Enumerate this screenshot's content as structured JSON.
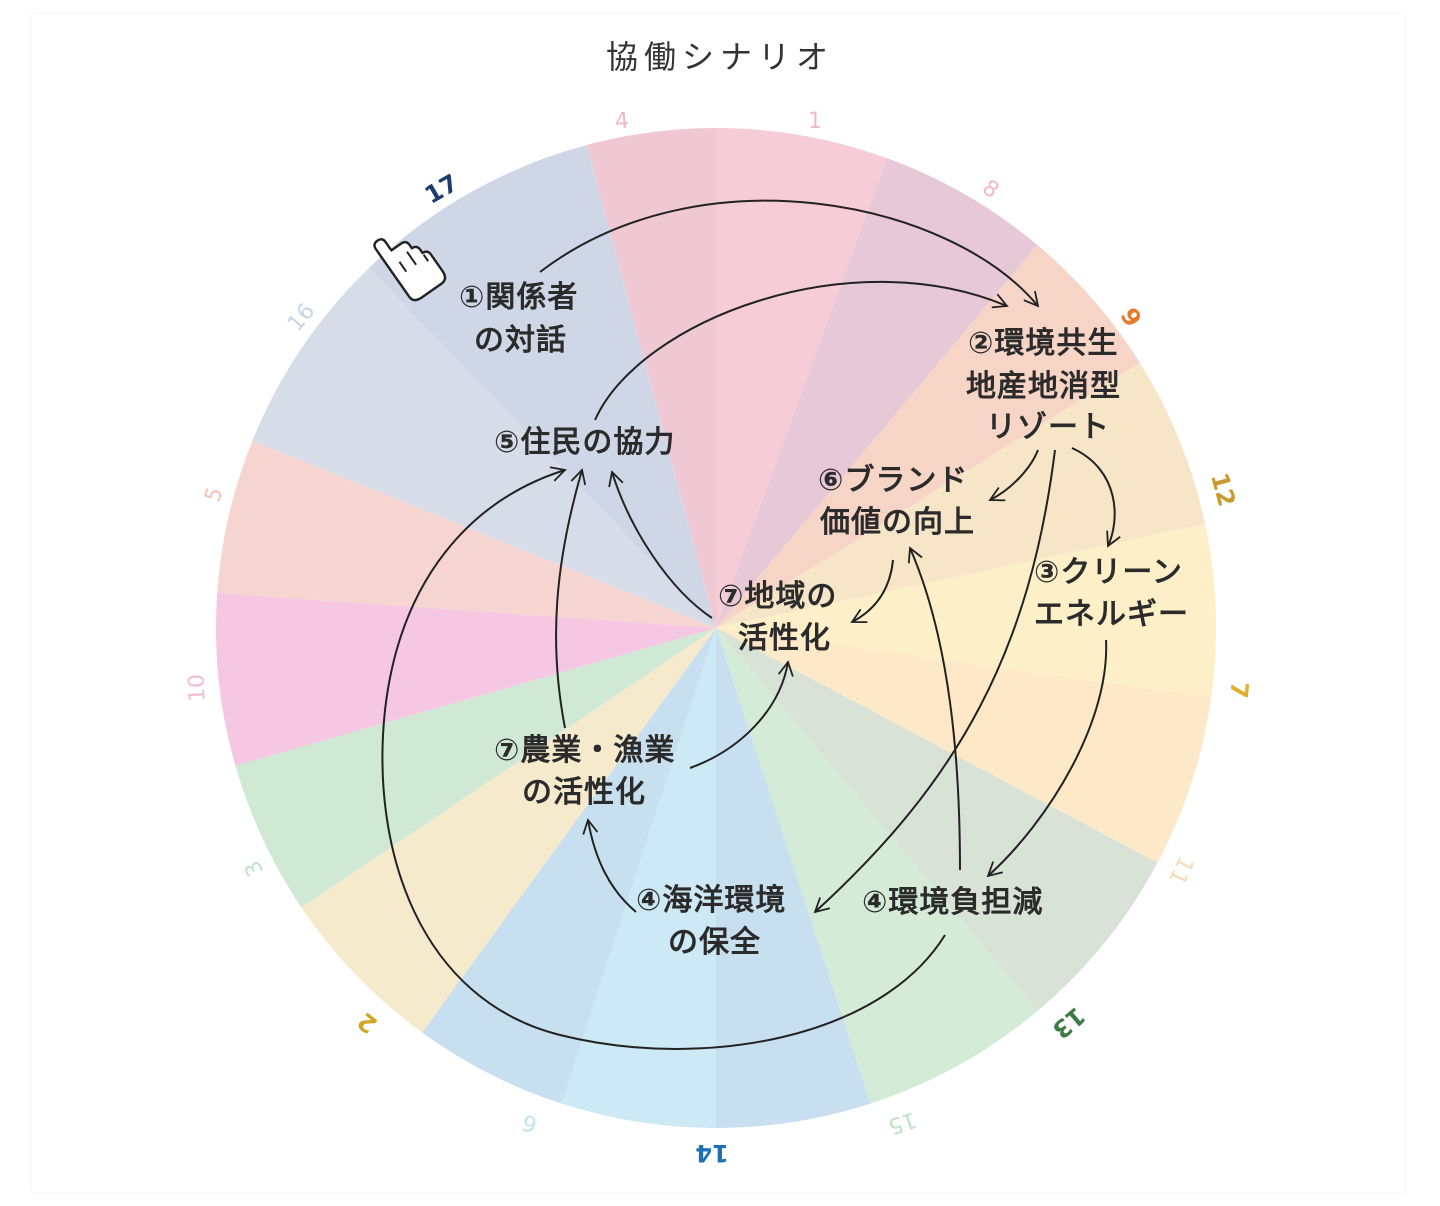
{
  "title": "協働シナリオ",
  "colors": {
    "g1": "#f6cdd6",
    "g4": "#efc8d3",
    "g8": "#e7c8d6",
    "g9": "#f7d5c6",
    "g12": "#f6e5c7",
    "g7": "#fdf0c8",
    "g11": "#fde8c7",
    "g13": "#d9e2d6",
    "g15": "#d3ebd7",
    "g14": "#c8dff0",
    "g6": "#cce9f5",
    "g2": "#f5ebcc",
    "g3": "#cfe9d4",
    "g10": "#f5c7e2",
    "g5": "#f6d5d1",
    "g16": "#d6dde9",
    "g17": "#cfd7e6"
  },
  "sdg_numbers": [
    {
      "label": "1",
      "color": "#f4b9c4"
    },
    {
      "label": "8",
      "color": "#efb9c7"
    },
    {
      "label": "9",
      "color": "#e8782a"
    },
    {
      "label": "12",
      "color": "#c99a2e"
    },
    {
      "label": "7",
      "color": "#e0b02a"
    },
    {
      "label": "11",
      "color": "#f8dbb4"
    },
    {
      "label": "13",
      "color": "#3f7a45"
    },
    {
      "label": "15",
      "color": "#bfe2c4"
    },
    {
      "label": "14",
      "color": "#1e6fb5"
    },
    {
      "label": "6",
      "color": "#bfe3f2"
    },
    {
      "label": "2",
      "color": "#d1a824"
    },
    {
      "label": "3",
      "color": "#bfe2c8"
    },
    {
      "label": "10",
      "color": "#f2bcd8"
    },
    {
      "label": "5",
      "color": "#f3c2bd"
    },
    {
      "label": "16",
      "color": "#c7d5e4"
    },
    {
      "label": "17",
      "color": "#1c3d6e"
    },
    {
      "label": "4",
      "color": "#f0b7c4"
    }
  ],
  "nodes": {
    "n1": {
      "line1": "①関係者",
      "line2": "の対話"
    },
    "n2": {
      "line1": "②環境共生",
      "line2": "地産地消型",
      "line3": "リゾート"
    },
    "n3": {
      "line1": "③クリーン",
      "line2": "エネルギー"
    },
    "n4a": {
      "line1": "④環境負担減"
    },
    "n4b": {
      "line1": "④海洋環境",
      "line2": "の保全"
    },
    "n5": {
      "line1": "⑤住民の協力"
    },
    "n6": {
      "line1": "⑥ブランド",
      "line2": "価値の向上"
    },
    "n7a": {
      "line1": "⑦地域の",
      "line2": "活性化"
    },
    "n7b": {
      "line1": "⑦農業・漁業",
      "line2": "の活性化"
    }
  },
  "icons": {
    "pointer": "pointing-hand-icon"
  }
}
